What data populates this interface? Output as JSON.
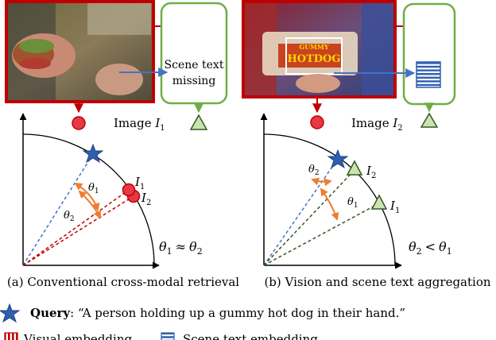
{
  "panel_a": {
    "scene_text_box": [
      "Scene text",
      "missing"
    ],
    "image_label": "Image",
    "image_symbol": "I",
    "image_sub": "1",
    "point_labels": [
      {
        "symbol": "I",
        "sub": "1"
      },
      {
        "symbol": "I",
        "sub": "2"
      }
    ],
    "angle_labels": [
      {
        "symbol": "θ",
        "sub": "1"
      },
      {
        "symbol": "θ",
        "sub": "2"
      }
    ],
    "relation": {
      "left": "θ",
      "left_sub": "1",
      "op": "≈",
      "right": "θ",
      "right_sub": "2"
    },
    "caption": "(a) Conventional cross-modal retrieval"
  },
  "panel_b": {
    "image_label": "Image",
    "image_symbol": "I",
    "image_sub": "2",
    "sign_text": [
      "GUMMY",
      "HOTDOG"
    ],
    "point_labels": [
      {
        "symbol": "I",
        "sub": "2"
      },
      {
        "symbol": "I",
        "sub": "1"
      }
    ],
    "angle_labels": [
      {
        "symbol": "θ",
        "sub": "2"
      },
      {
        "symbol": "θ",
        "sub": "1"
      }
    ],
    "relation": {
      "left": "θ",
      "left_sub": "2",
      "op": "<",
      "right": "θ",
      "right_sub": "1"
    },
    "caption": "(b) Vision and scene text aggregation"
  },
  "legend": {
    "query_label": "Query",
    "query_text": ":  “A person holding up a gummy hot dog in their hand.”",
    "visual_embedding": "Visual embedding",
    "scene_text_embedding": "Scene text embedding"
  },
  "colors": {
    "red": "#c00000",
    "red_fill": "#e63946",
    "green": "#70ad47",
    "green_fill": "#c9e3b1",
    "blue": "#4472c4",
    "blue_fill": "#2e5fb0",
    "orange": "#ed7d31",
    "dark_green": "#385723"
  }
}
